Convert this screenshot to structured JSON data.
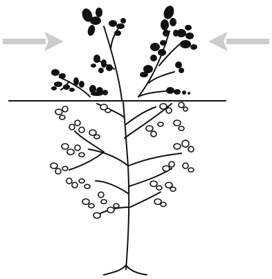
{
  "diagram": {
    "kind": "pruning-illustration",
    "elements": {
      "left_arrow": "arrow-right-icon",
      "right_arrow": "arrow-left-icon",
      "cut_line": "cut-line",
      "foliage_above": "solid-leaf-clusters",
      "foliage_below": "outlined-leaf-clusters"
    },
    "colors": {
      "arrow": "#cccccc",
      "ink": "#111111",
      "background": "#ffffff"
    }
  }
}
